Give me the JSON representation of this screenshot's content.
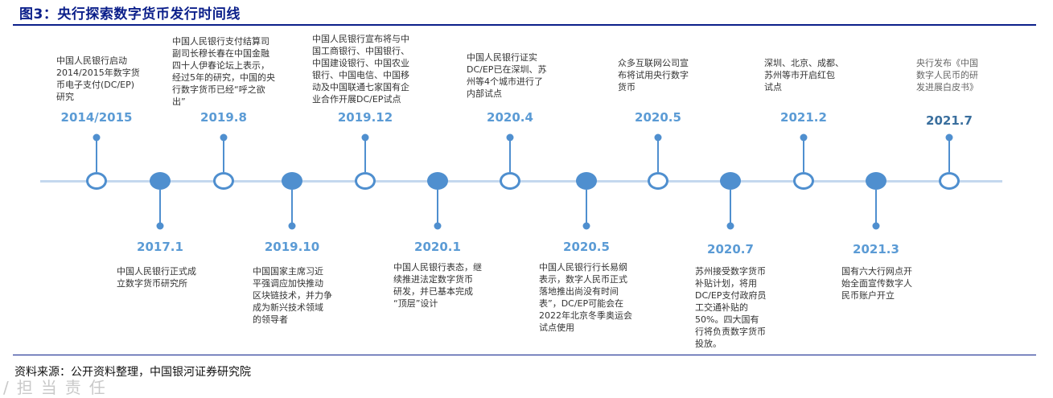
{
  "title": "图3：央行探索数字货币发行时间线",
  "source": "资料来源：公开资料整理，中国银河证券研究院",
  "watermark": "/担当责任",
  "timeline": {
    "events": [
      {
        "date": "2014/2015",
        "text": "中国人民银行启动\n2014/2015年数字货\n币电子支付(DC/EP)\n研究"
      },
      {
        "date": "2017.1",
        "text": "中国人民银行正式成\n立数字货币研究所"
      },
      {
        "date": "2019.8",
        "text": "中国人民银行支付结算司\n副司长穆长春在中国金融\n四十人伊春论坛上表示，\n经过5年的研究，中国的央\n行数字货币已经“呼之欲\n出”"
      },
      {
        "date": "2019.10",
        "text": "中国国家主席习近\n平强调应加快推动\n区块链技术，并力争\n成为新兴技术领域\n的领导者"
      },
      {
        "date": "2019.12",
        "text": "中国人民银行宣布将与中\n国工商银行、中国银行、\n中国建设银行、中国农业\n银行、中国电信、中国移\n动及中国联通七家国有企\n业合作开展DC/EP试点"
      },
      {
        "date": "2020.1",
        "text": "中国人民银行表态，继\n续推进法定数字货币\n研发，并已基本完成\n“顶层”设计"
      },
      {
        "date": "2020.4",
        "text": "中国人民银行证实\nDC/EP已在深圳、苏\n州等4个城市进行了\n内部试点"
      },
      {
        "date": "2020.5",
        "text": "中国人民银行行长易纲\n表示，数字人民币正式\n落地推出尚没有时间\n表”，DC/EP可能会在\n2022年北京冬季奥运会\n试点使用"
      },
      {
        "date": "2020.5",
        "text": "众多互联网公司宣\n布将试用央行数字\n货币"
      },
      {
        "date": "2020.7",
        "text": "苏州接受数字货币\n补贴计划，将用\nDC/EP支付政府员\n工交通补贴的\n50%。四大国有\n行将负责数字货币\n投放。"
      },
      {
        "date": "2021.2",
        "text": "深圳、北京、成都、\n苏州等市开启红包\n试点"
      },
      {
        "date": "2021.3",
        "text": "国有六大行网点开\n始全面宣传数字人\n民币账户开立"
      },
      {
        "date": "2021.7",
        "text": "央行发布《中国\n数字人民币的研\n发进展白皮书》"
      }
    ]
  }
}
